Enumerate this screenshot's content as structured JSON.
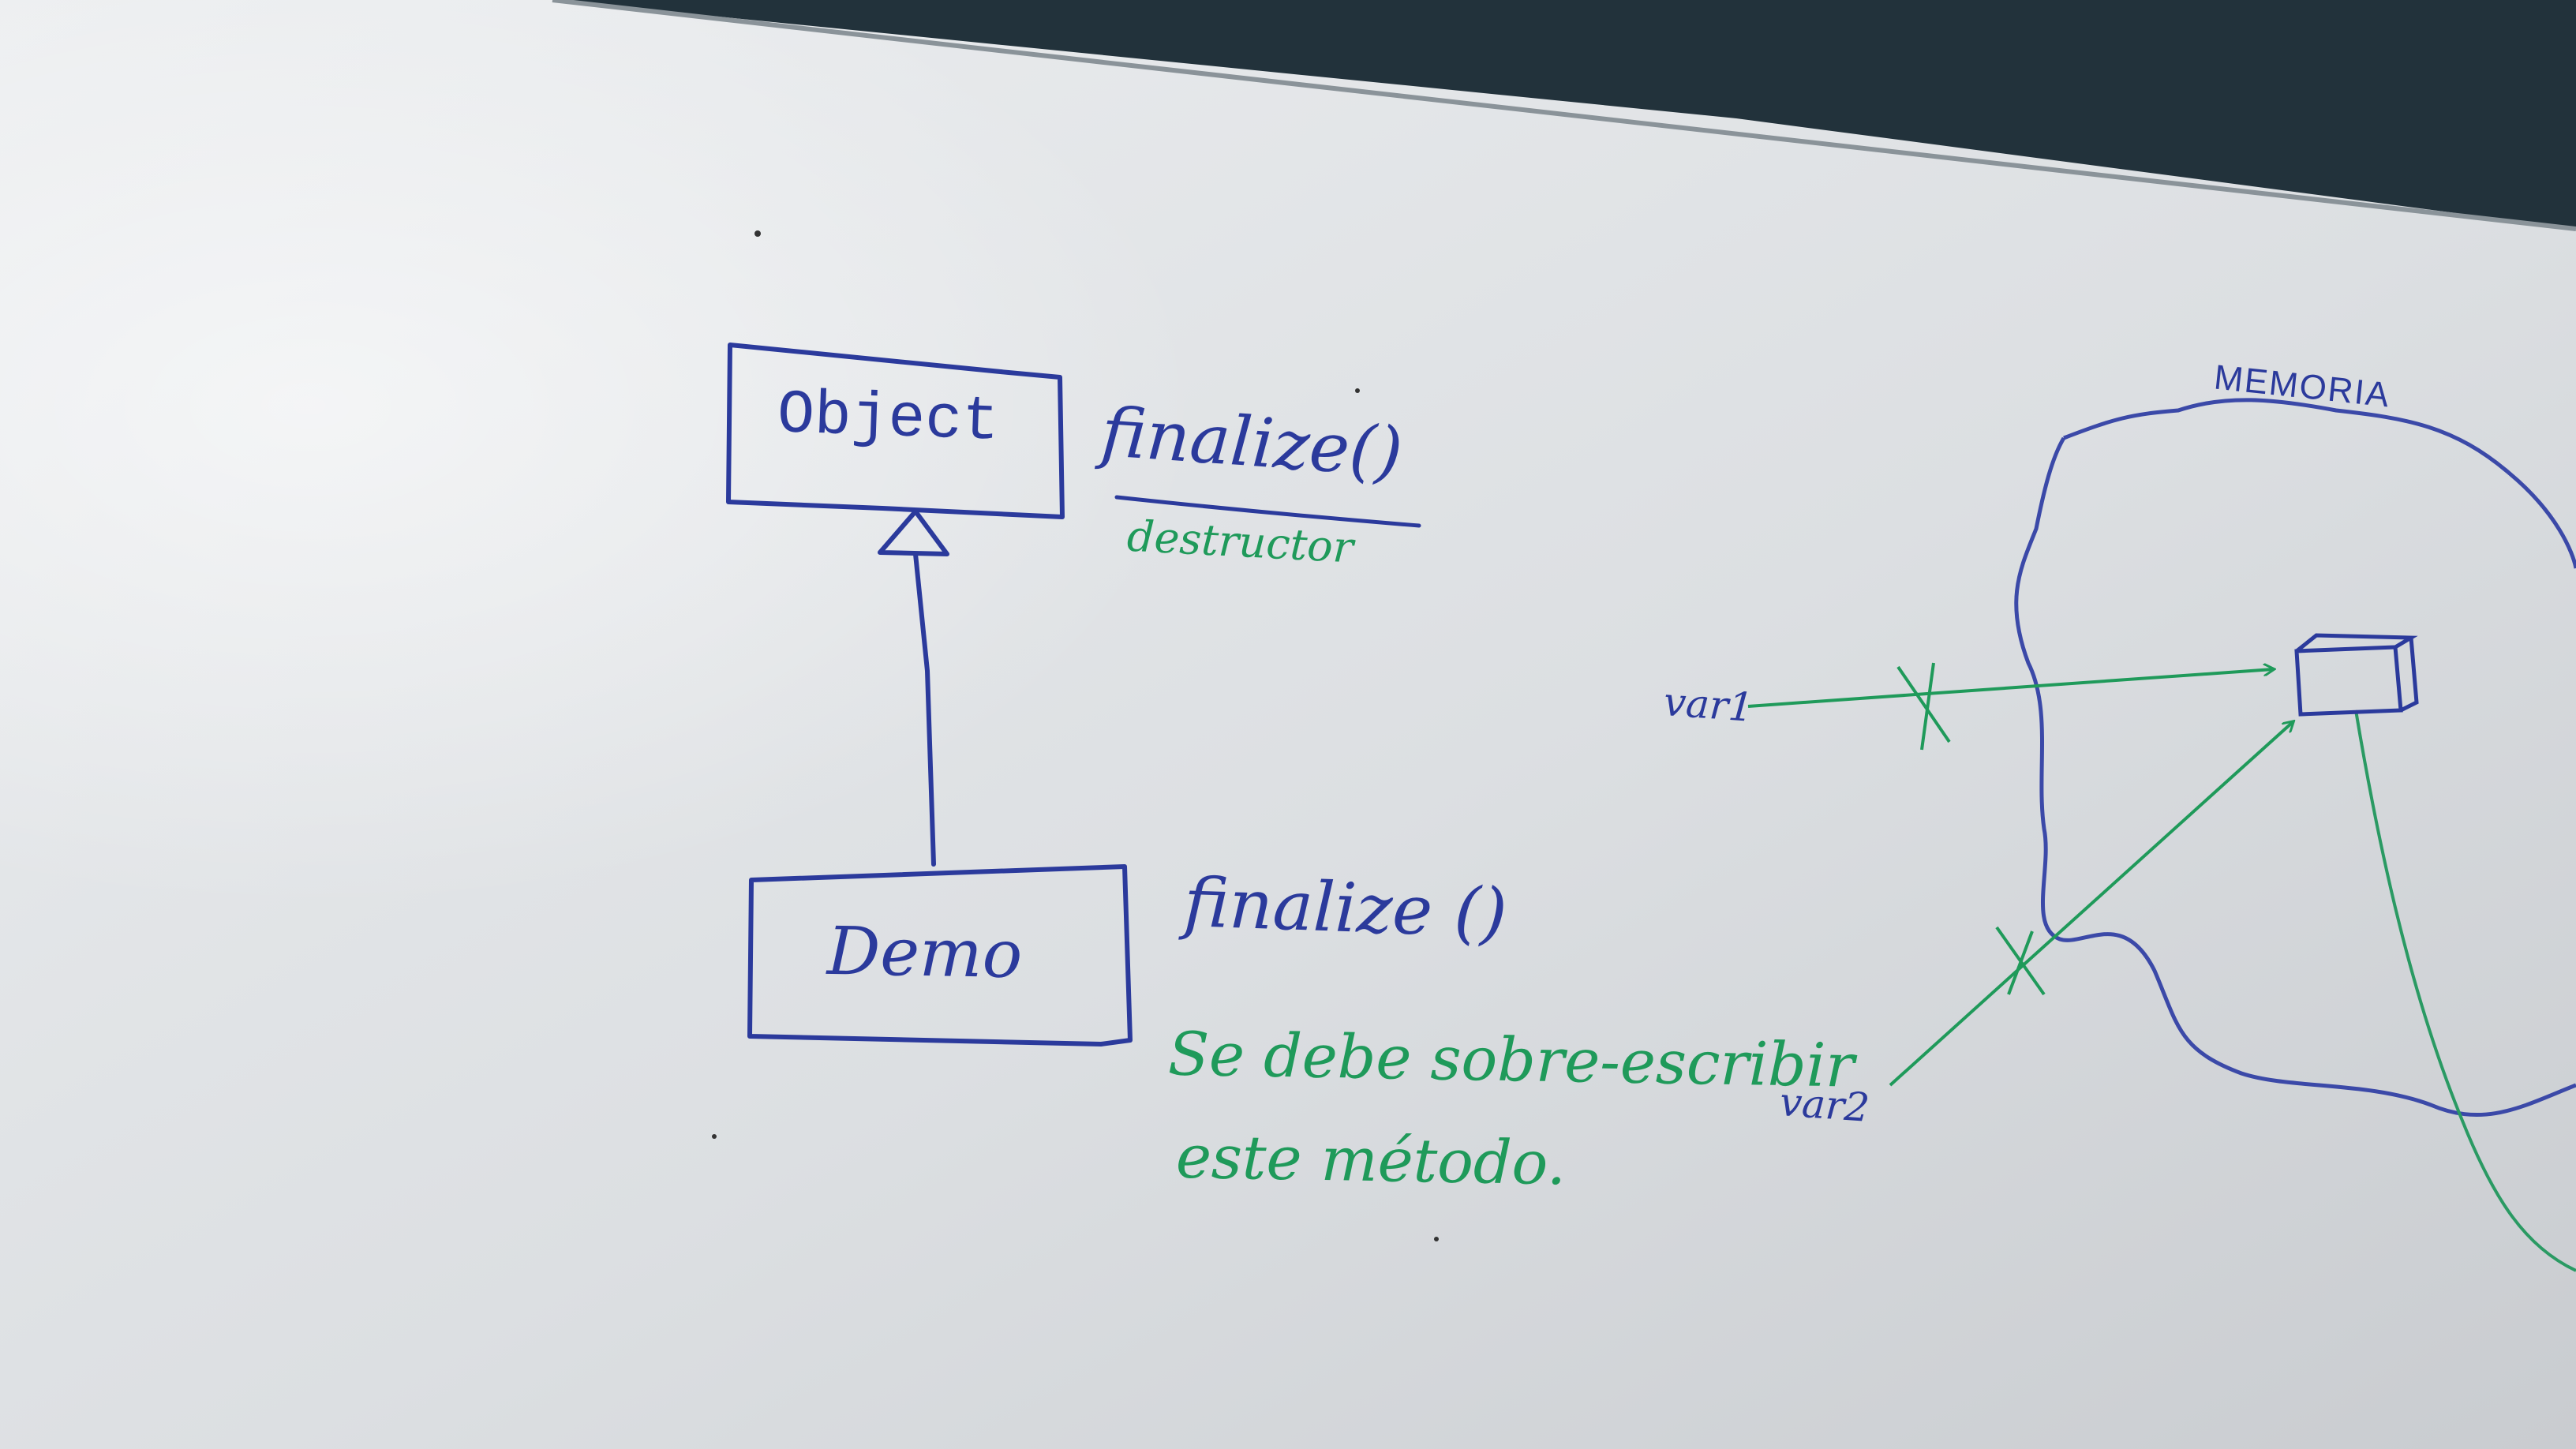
{
  "diagram": {
    "parent_class": "Object",
    "parent_method": "finalize()",
    "parent_method_note": "destructor",
    "child_class": "Demo",
    "child_method": "finalize ()",
    "child_note_line1": "Se debe sobre-escribir",
    "child_note_line2": "este método."
  },
  "memory": {
    "label": "MEMORIA",
    "var1": "var1",
    "var2": "var2"
  },
  "colors": {
    "board": "#e6e8ea",
    "ink_blue": "#2b3a9c",
    "ink_green": "#1f9a5a"
  }
}
